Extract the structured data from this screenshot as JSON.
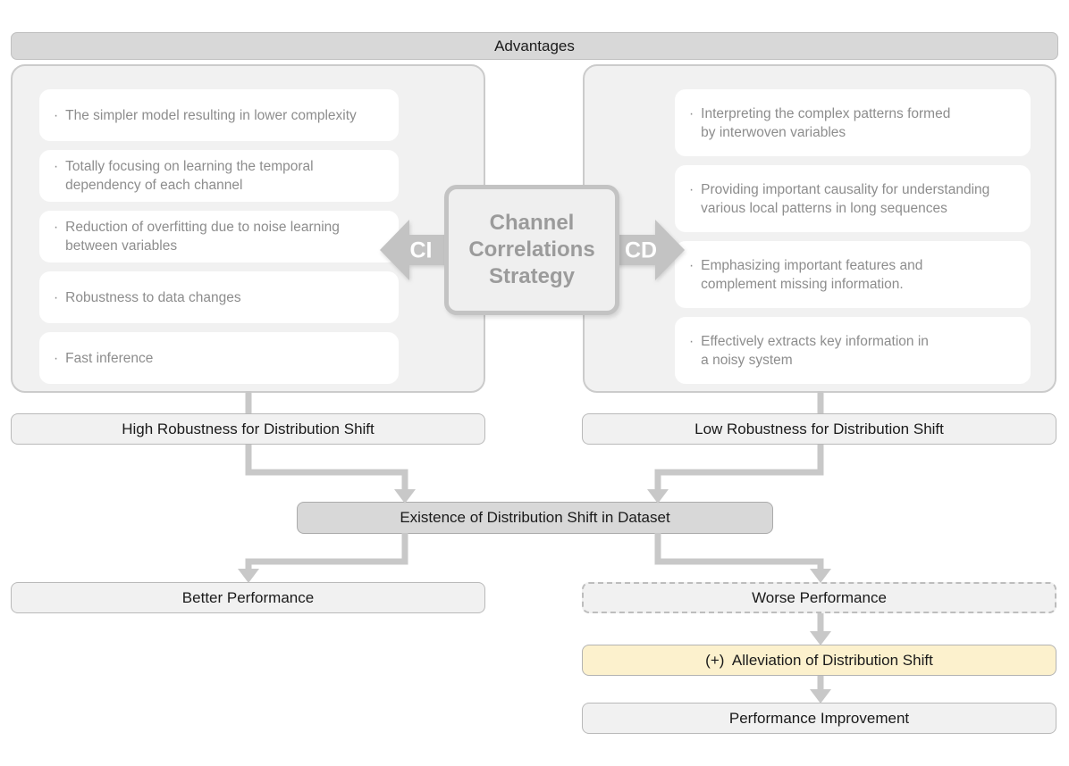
{
  "diagram_title": "Advantages",
  "bullet_char": "·",
  "center": {
    "title": "Channel\nCorrelations\nStrategy",
    "left_arrow_label": "CI",
    "right_arrow_label": "CD"
  },
  "ci_panel": {
    "items": [
      "The simpler model resulting in lower complexity",
      "Totally focusing on learning the temporal\ndependency of each channel",
      "Reduction of overfitting due to noise learning\nbetween variables",
      "Robustness to data changes",
      "Fast inference"
    ],
    "outcome": "High Robustness for Distribution Shift"
  },
  "cd_panel": {
    "items": [
      "Interpreting the complex patterns formed\nby interwoven variables",
      "Providing important causality for understanding\nvarious local patterns in long sequences",
      "Emphasizing important features and\ncomplement missing information.",
      "Effectively extracts key information in\na noisy system"
    ],
    "outcome": "Low Robustness for Distribution Shift"
  },
  "flow": {
    "existence": "Existence of Distribution Shift in Dataset",
    "better": "Better Performance",
    "worse": "Worse Performance",
    "alleviation": "(+)  Alleviation of Distribution Shift",
    "improvement": "Performance Improvement"
  },
  "colors": {
    "header_fill": "#d8d8d8",
    "panel_fill": "#f1f1f1",
    "panel_border": "#cbcbcb",
    "card_fill": "#ffffff",
    "card_text": "#8d8d8d",
    "center_text": "#9b9b9b",
    "arrow_gray": "#c3c3c3",
    "connector_gray": "#c8c8c8",
    "emphasis_fill": "#d8d8d8",
    "highlight_yellow": "#fcf1cd",
    "bar_fill": "#f1f1f1",
    "bar_border": "#b9b9b9",
    "bar_text": "#1a1a1a"
  }
}
